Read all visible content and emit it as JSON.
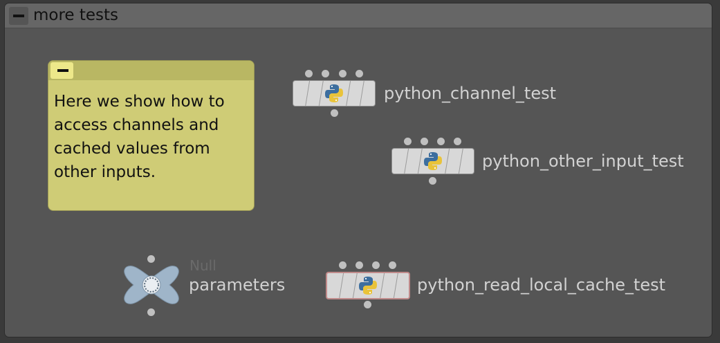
{
  "network_box": {
    "title": "more tests",
    "collapse_icon": "minus-icon"
  },
  "sticky_note": {
    "text": "Here we show how to access channels and cached values from other inputs.",
    "collapse_icon": "minus-icon",
    "color": "#cfcc76"
  },
  "nodes": {
    "python_channel_test": {
      "name": "python_channel_test",
      "icon": "python-icon",
      "inputs": 4
    },
    "python_other_input_test": {
      "name": "python_other_input_test",
      "icon": "python-icon",
      "inputs": 4
    },
    "python_read_local_cache_test": {
      "name": "python_read_local_cache_test",
      "icon": "python-icon",
      "inputs": 4,
      "selected": true
    },
    "parameters": {
      "name": "parameters",
      "type": "Null",
      "icon": "null-icon"
    }
  },
  "colors": {
    "background": "#555555",
    "wire": "#7f95ad",
    "selected_border": "#c08a8a"
  }
}
